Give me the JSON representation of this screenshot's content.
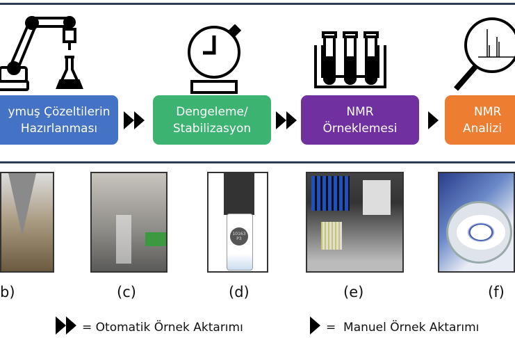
{
  "steps": [
    {
      "label_line1": "ymuş Çözeltilerin",
      "label_line2": "Hazırlanması",
      "color": "#4472c4",
      "icon": "robot-arm-flask-icon"
    },
    {
      "label_line1": "Dengeleme/",
      "label_line2": "Stabilizasyon",
      "color": "#3cb371",
      "icon": "stopwatch-icon"
    },
    {
      "label_line1": "NMR",
      "label_line2": "Örneklemesi",
      "color": "#7030a0",
      "icon": "test-tube-rack-icon"
    },
    {
      "label_line1": "NMR",
      "label_line2": "Analizi",
      "color": "#ed7d31",
      "icon": "magnifier-spectrum-icon"
    }
  ],
  "transfers": [
    "automatic",
    "automatic",
    "manual"
  ],
  "photo_labels": [
    "b)",
    "(c)",
    "(d)",
    "(e)",
    "(f)"
  ],
  "vial_label": "10163 P3",
  "legend": {
    "automatic": "= Otomatik Örnek Aktarımı",
    "manual": "=  Manuel Örnek Aktarımı"
  }
}
